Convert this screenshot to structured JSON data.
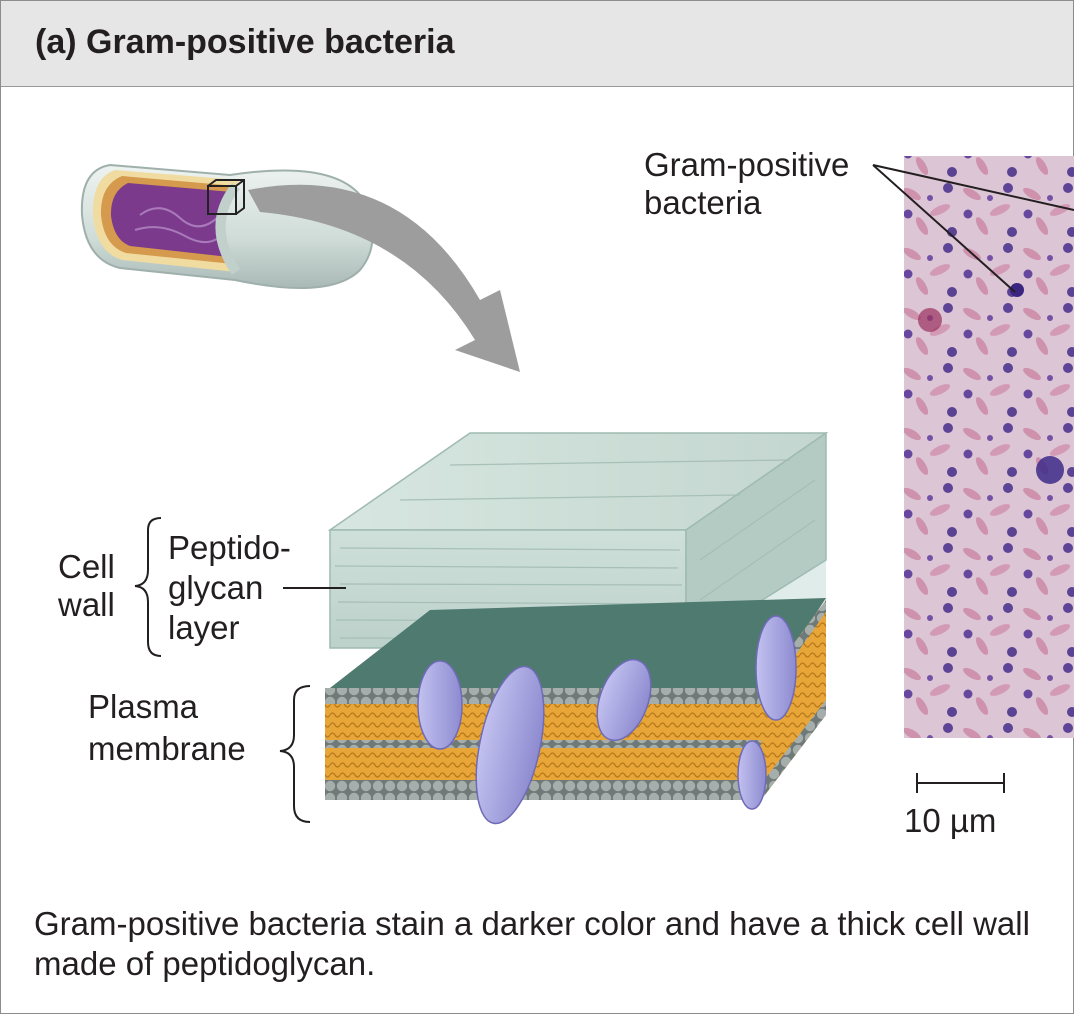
{
  "header": {
    "title": "(a) Gram-positive bacteria"
  },
  "labels": {
    "micrograph_label_line1": "Gram-positive",
    "micrograph_label_line2": "bacteria",
    "cell_wall_line1": "Cell",
    "cell_wall_line2": "wall",
    "peptidoglycan_line1": "Peptido-",
    "peptidoglycan_line2": "glycan",
    "peptidoglycan_line3": "layer",
    "plasma_membrane_line1": "Plasma",
    "plasma_membrane_line2": "membrane",
    "scale_bar": "10 µm"
  },
  "caption": "Gram-positive bacteria stain a darker color and have a thick cell wall made of peptidoglycan.",
  "colors": {
    "header_bg": "#e6e6e6",
    "peptidoglycan": "#c9ddd6",
    "membrane_core": "#e8a93a",
    "lipid_heads": "#8f9a97",
    "protein": "#a9a7e0",
    "cytoplasm": "#7b3a8c",
    "arrow": "#9d9d9d"
  }
}
